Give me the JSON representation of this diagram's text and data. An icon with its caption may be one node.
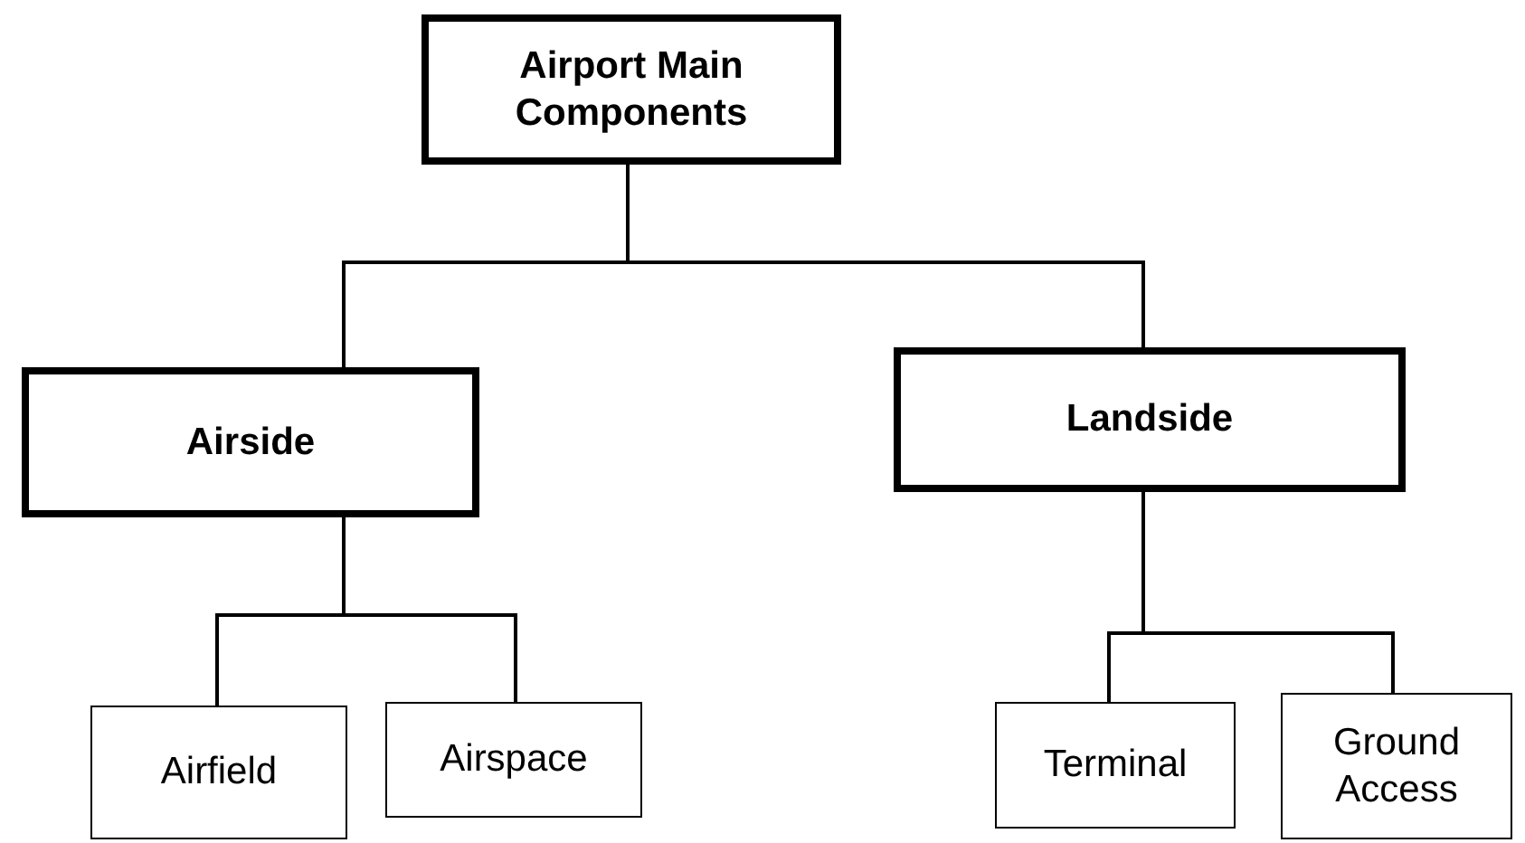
{
  "diagram": {
    "nodes": [
      {
        "text": [
          "Airport Main Components"
        ]
      },
      {
        "text": [
          "Airside"
        ]
      },
      {
        "text": [
          "Landside"
        ]
      },
      {
        "text": [
          "Airfield"
        ]
      },
      {
        "text": [
          "Airspace"
        ]
      },
      {
        "text": [
          "Terminal"
        ]
      },
      {
        "text": [
          "Ground Access"
        ]
      }
    ],
    "edges": [
      {
        "from": 0,
        "to": 1,
        "arrow": "none"
      },
      {
        "from": 0,
        "to": 2,
        "arrow": "none"
      },
      {
        "from": 1,
        "to": 3,
        "arrow": "none"
      },
      {
        "from": 1,
        "to": 4,
        "arrow": "none"
      },
      {
        "from": 2,
        "to": 5,
        "arrow": "none"
      },
      {
        "from": 2,
        "to": 6,
        "arrow": "none"
      }
    ]
  }
}
